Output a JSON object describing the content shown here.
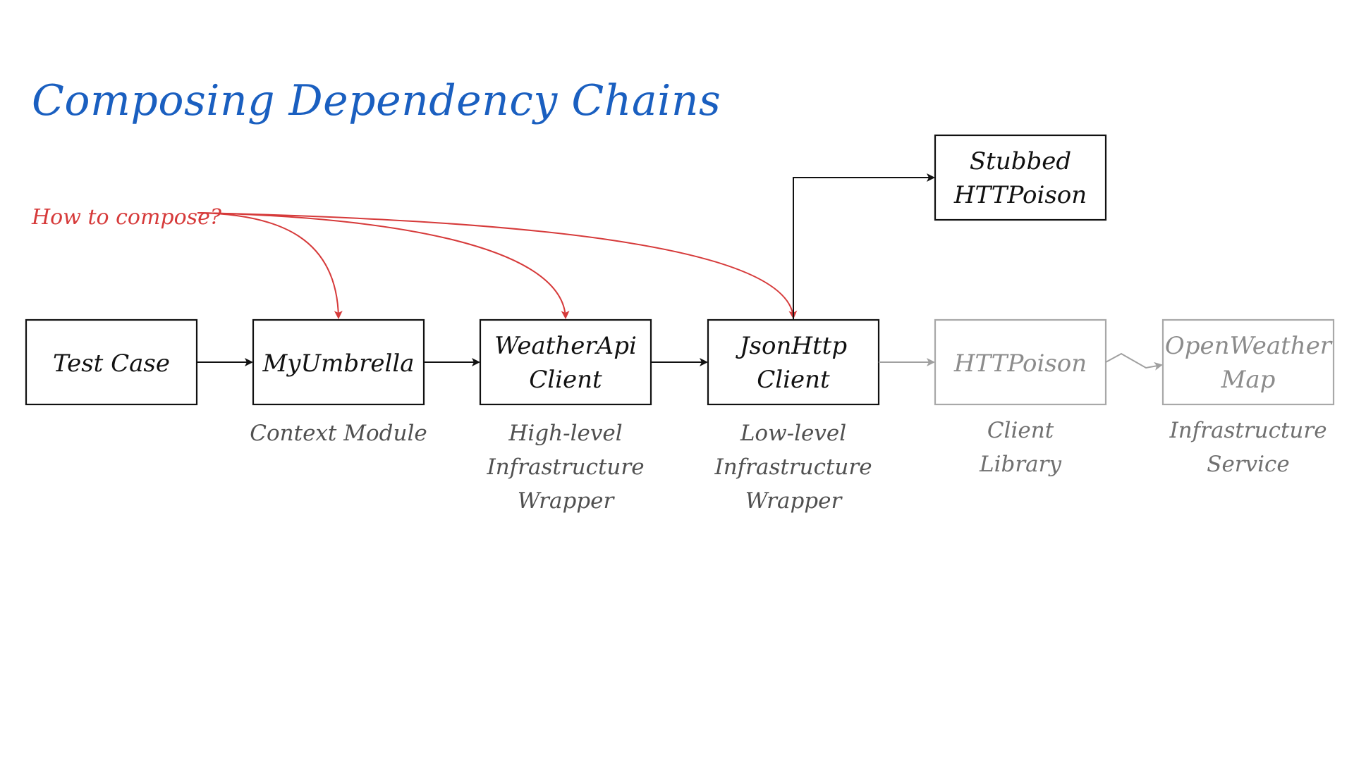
{
  "title": "Composing Dependency Chains",
  "question": "How to compose?",
  "boxes": {
    "test_case": {
      "lines": [
        "Test Case"
      ]
    },
    "my_umbrella": {
      "lines": [
        "MyUmbrella"
      ],
      "caption": [
        "Context Module"
      ]
    },
    "weather_api_client": {
      "lines": [
        "WeatherApi",
        "Client"
      ],
      "caption": [
        "High-level",
        "Infrastructure",
        "Wrapper"
      ]
    },
    "json_http_client": {
      "lines": [
        "JsonHttp",
        "Client"
      ],
      "caption": [
        "Low-level",
        "Infrastructure",
        "Wrapper"
      ]
    },
    "httpoison": {
      "lines": [
        "HTTPoison"
      ],
      "caption": [
        "Client",
        "Library"
      ]
    },
    "open_weather_map": {
      "lines": [
        "OpenWeather",
        "Map"
      ],
      "caption": [
        "Infrastructure",
        "Service"
      ]
    },
    "stubbed_httpoison": {
      "lines": [
        "Stubbed",
        "HTTPoison"
      ]
    }
  },
  "colors": {
    "title": "#1a5fc0",
    "question": "#d63a3a",
    "box_active": "#111111",
    "box_muted": "#a8a8a8"
  }
}
